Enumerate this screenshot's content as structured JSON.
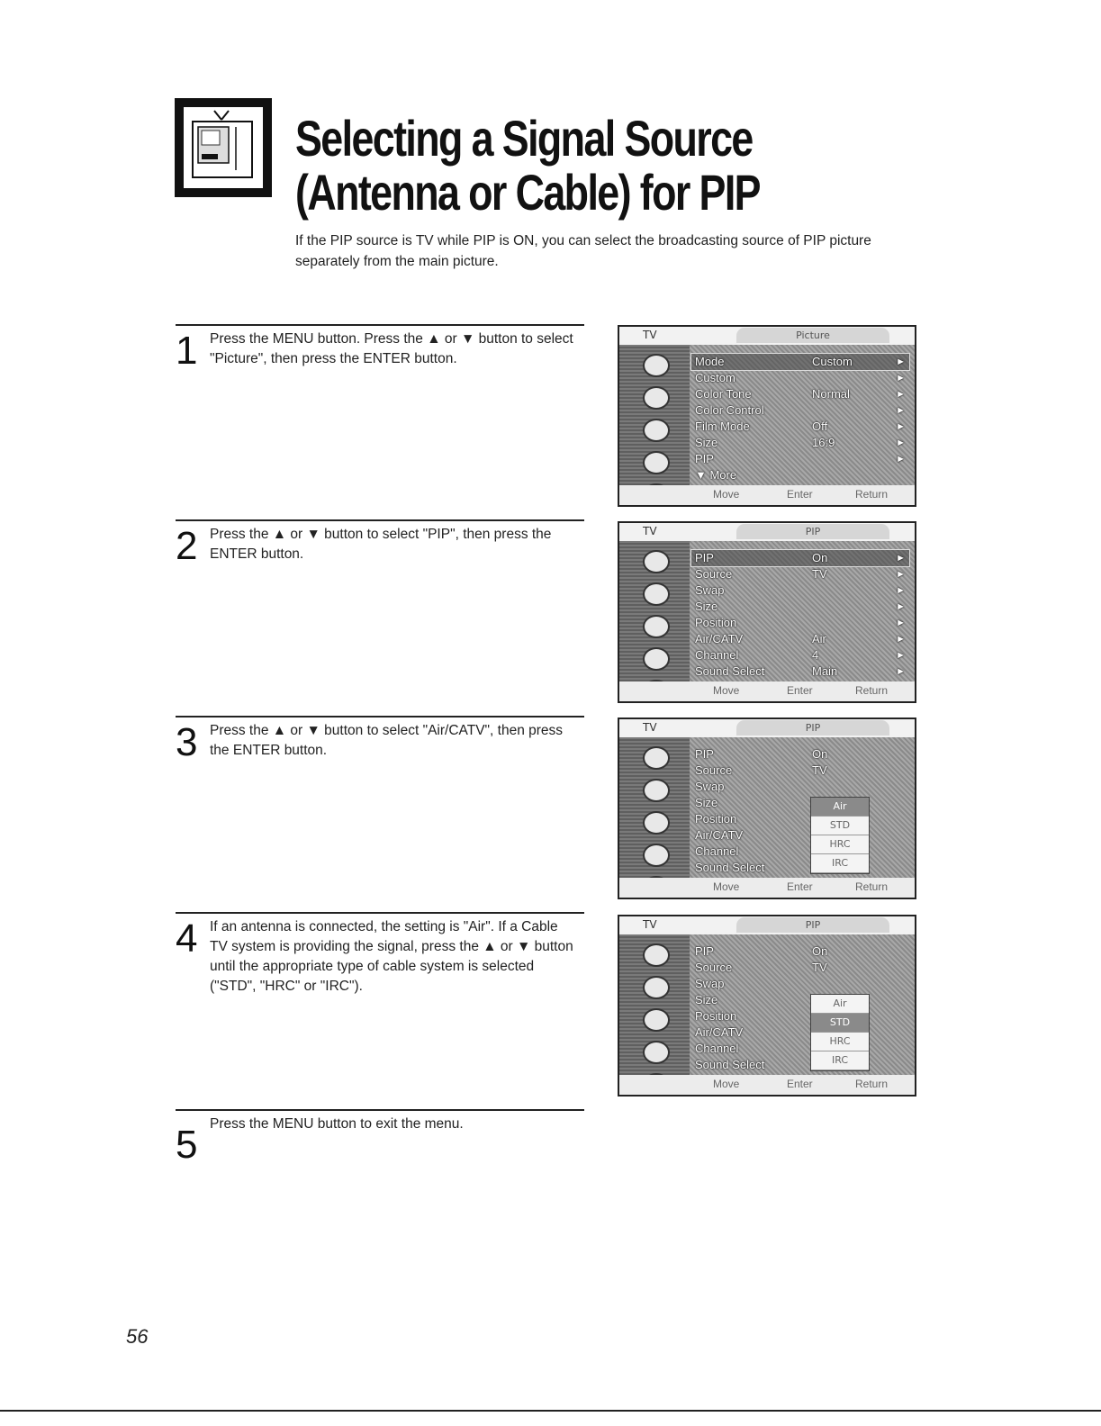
{
  "page": {
    "title": "Selecting a Signal Source (Antenna or Cable) for PIP",
    "intro": "If the PIP source is TV while PIP is ON, you can select the broadcasting source of PIP picture separately from the main picture.",
    "page_number": "56"
  },
  "steps": [
    {
      "number": "1",
      "text": "Press the MENU button. Press the ▲ or ▼ button to select \"Picture\", then press the ENTER button."
    },
    {
      "number": "2",
      "text": "Press the ▲ or ▼ button to select \"PIP\", then press the ENTER button."
    },
    {
      "number": "3",
      "text": "Press the ▲ or ▼ button to select \"Air/CATV\", then press the ENTER button."
    },
    {
      "number": "4",
      "text": "If an antenna is connected, the setting is \"Air\". If a Cable TV system is providing the signal, press the ▲ or ▼ button until the appropriate type of cable system is selected (\"STD\", \"HRC\" or \"IRC\")."
    },
    {
      "number": "5",
      "text": "Press the MENU button to exit the menu."
    }
  ],
  "screens": [
    {
      "tv_label": "TV",
      "title": "Picture",
      "rows": [
        {
          "label": "Mode",
          "value": "Custom",
          "arrow": "►"
        },
        {
          "label": "Custom",
          "value": "",
          "arrow": "►"
        },
        {
          "label": "Color Tone",
          "value": "Normal",
          "arrow": "►"
        },
        {
          "label": "Color Control",
          "value": "",
          "arrow": "►"
        },
        {
          "label": "Film Mode",
          "value": "Off",
          "arrow": "►"
        },
        {
          "label": "Size",
          "value": "16:9",
          "arrow": "►"
        },
        {
          "label": "PIP",
          "value": "",
          "arrow": "►"
        },
        {
          "label": "▼ More",
          "value": "",
          "arrow": ""
        }
      ],
      "footer": {
        "move": "Move",
        "enter": "Enter",
        "return": "Return"
      }
    },
    {
      "tv_label": "TV",
      "title": "PIP",
      "rows": [
        {
          "label": "PIP",
          "value": "On",
          "arrow": "►"
        },
        {
          "label": "Source",
          "value": "TV",
          "arrow": "►"
        },
        {
          "label": "Swap",
          "value": "",
          "arrow": "►"
        },
        {
          "label": "Size",
          "value": "",
          "arrow": "►"
        },
        {
          "label": "Position",
          "value": "",
          "arrow": "►"
        },
        {
          "label": "Air/CATV",
          "value": "Air",
          "arrow": "►"
        },
        {
          "label": "Channel",
          "value": "4",
          "arrow": "►"
        },
        {
          "label": "Sound Select",
          "value": "Main",
          "arrow": "►"
        }
      ],
      "footer": {
        "move": "Move",
        "enter": "Enter",
        "return": "Return"
      }
    },
    {
      "tv_label": "TV",
      "title": "PIP",
      "rows": [
        {
          "label": "PIP",
          "value": "On",
          "arrow": ""
        },
        {
          "label": "Source",
          "value": "TV",
          "arrow": ""
        },
        {
          "label": "Swap",
          "value": "",
          "arrow": ""
        },
        {
          "label": "Size",
          "value": "",
          "arrow": ""
        },
        {
          "label": "Position",
          "value": "",
          "arrow": ""
        },
        {
          "label": "Air/CATV",
          "value": "",
          "arrow": ""
        },
        {
          "label": "Channel",
          "value": "",
          "arrow": ""
        },
        {
          "label": "Sound Select",
          "value": "",
          "arrow": ""
        }
      ],
      "options": [
        "Air",
        "STD",
        "HRC",
        "IRC"
      ],
      "option_selected": "Air",
      "footer": {
        "move": "Move",
        "enter": "Enter",
        "return": "Return"
      }
    },
    {
      "tv_label": "TV",
      "title": "PIP",
      "rows": [
        {
          "label": "PIP",
          "value": "On",
          "arrow": ""
        },
        {
          "label": "Source",
          "value": "TV",
          "arrow": ""
        },
        {
          "label": "Swap",
          "value": "",
          "arrow": ""
        },
        {
          "label": "Size",
          "value": "",
          "arrow": ""
        },
        {
          "label": "Position",
          "value": "",
          "arrow": ""
        },
        {
          "label": "Air/CATV",
          "value": "",
          "arrow": ""
        },
        {
          "label": "Channel",
          "value": "",
          "arrow": ""
        },
        {
          "label": "Sound Select",
          "value": "",
          "arrow": ""
        }
      ],
      "options": [
        "Air",
        "STD",
        "HRC",
        "IRC"
      ],
      "option_selected": "STD",
      "footer": {
        "move": "Move",
        "enter": "Enter",
        "return": "Return"
      }
    }
  ]
}
